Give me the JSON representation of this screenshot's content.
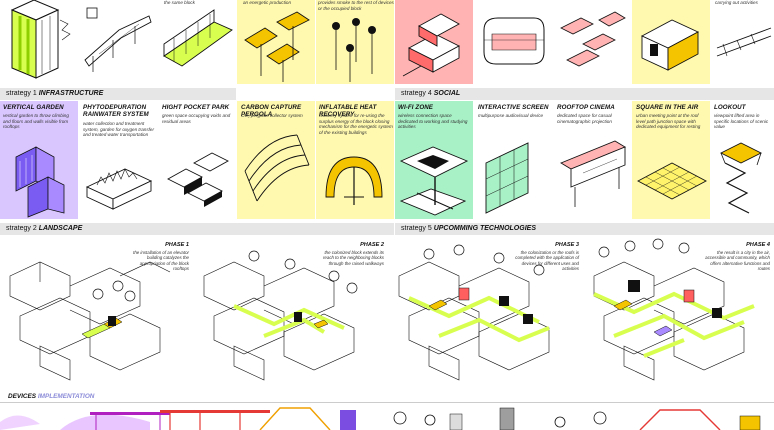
{
  "colors": {
    "infrastructure": "#d8ff4f",
    "landscape": "#d9c6ff",
    "energy": "#fff3a6",
    "social": "#ffb3b3",
    "technology": "#a8f0c6",
    "yellow_cell": "#fff9b0",
    "band": "#e6e6e6"
  },
  "top_snippets": {
    "c3": "the same block",
    "c4": "an energetic production",
    "c5_line1": "provides smoke to the rest of devices",
    "c5_line2": "or the occupied block",
    "c10": "carrying out activities"
  },
  "strategies": {
    "s1_num": "strategy 1",
    "s1_name": "INFRASTRUCTURE",
    "s2_num": "strategy 2",
    "s2_name": "LANDSCAPE",
    "s4_num": "strategy 4",
    "s4_name": "SOCIAL",
    "s5_num": "strategy 5",
    "s5_name": "UPCOMMING TECHNOLOGIES"
  },
  "cards": [
    {
      "title": "VERTICAL GARDEN",
      "desc": "vertical garden to throw climbing and floors and walls visible from rooftops"
    },
    {
      "title": "PHYTODEPURATION RAINWATER SYSTEM",
      "desc": "water collection and treatment system, garden for oxygen transfer and treated water transportation"
    },
    {
      "title": "HIGHT POCKET PARK",
      "desc": "green space occupying voids and residual areas"
    },
    {
      "title": "CARBON CAPTURE PERGOLA",
      "desc": "CO₂ pergolas collector system"
    },
    {
      "title": "INFLATABLE HEAT RECOVERY",
      "desc": "recovery system for re-using the surplus energy of the block closing mechanism for the energetic system of the existing buildings"
    },
    {
      "title": "WI-FI ZONE",
      "desc": "wireless connection space dedicated to working and studying activities"
    },
    {
      "title": "INTERACTIVE SCREEN",
      "desc": "multipurpose audiovisual device"
    },
    {
      "title": "ROOFTOP CINEMA",
      "desc": "dedicated space for casual cinematographic projection"
    },
    {
      "title": "SQUARE IN THE AIR",
      "desc": "urban meeting point at the roof level path junction space with dedicated equipment for resting"
    },
    {
      "title": "LOOKOUT",
      "desc": "viewpoint lifted area in specific locations of scenic value"
    }
  ],
  "phases": [
    {
      "title": "PHASE 1",
      "desc": "the installation of an elevator building catalyzes the appropriation of the block rooftops"
    },
    {
      "title": "PHASE 2",
      "desc": "the colonized block extends its reach to the neighboring blocks through the raised walkways"
    },
    {
      "title": "PHASE 3",
      "desc": "the colonization or the roofs is completed with the application of devices for different uses and activities"
    },
    {
      "title": "PHASE 4",
      "desc": "the result is a city in the air, accessible and community, which offers alternative functions and routes"
    }
  ],
  "footer": {
    "devices_label": "DEVICES",
    "implementation_label": "IMPLEMENTATION"
  }
}
